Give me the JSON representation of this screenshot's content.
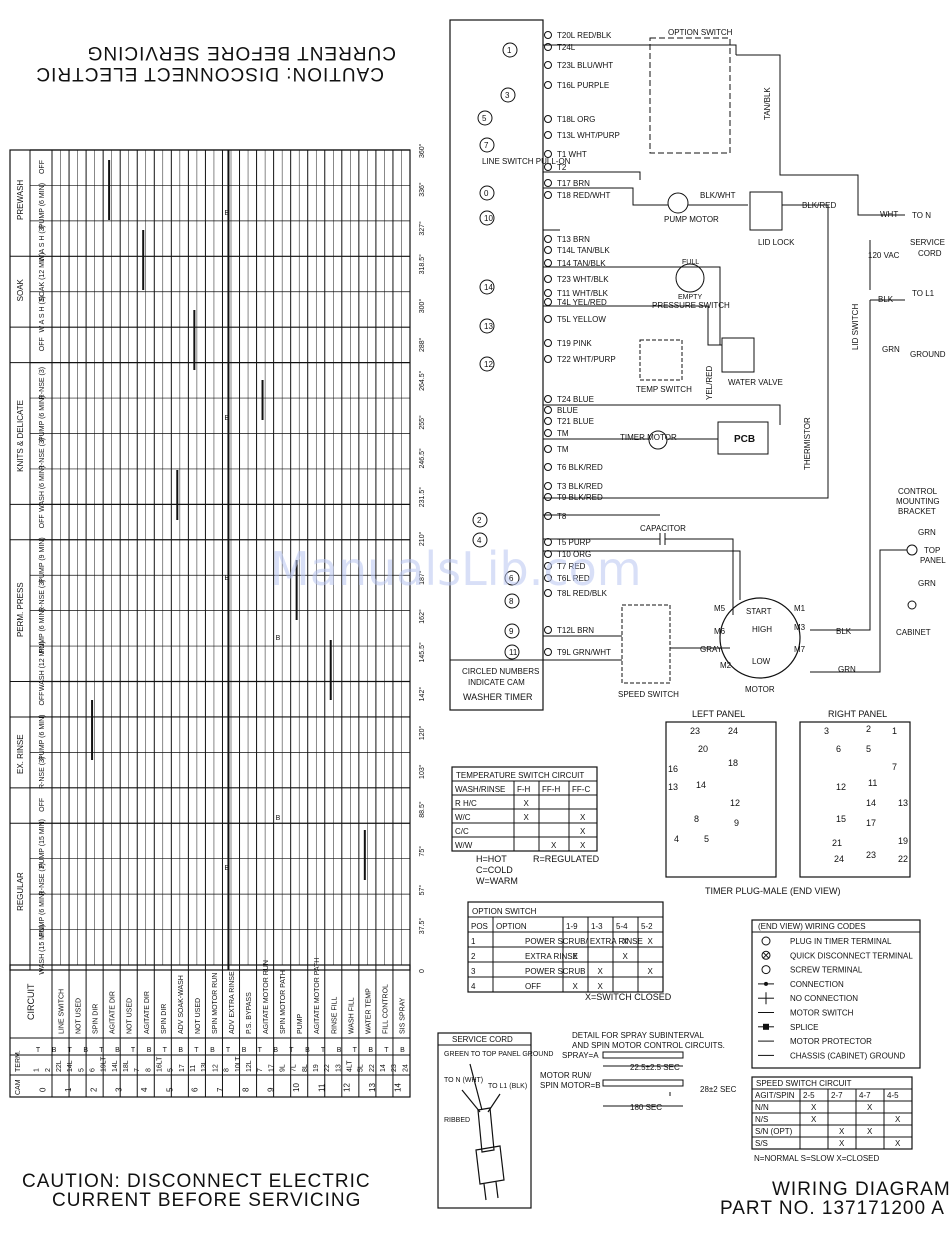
{
  "caption": {
    "line1": "CAUTION: DISCONNECT ELECTRIC",
    "line2": "CURRENT BEFORE SERVICING"
  },
  "watermark": "ManualsLib.com",
  "title": {
    "line1": "WIRING DIAGRAM",
    "line2": "PART NO. 137171200 A"
  },
  "timer_chart": {
    "cycles": [
      {
        "group": "PREWASH",
        "rows": [
          "OFF",
          "PUMP (6 MIN)",
          "W A S H (3)"
        ]
      },
      {
        "group": "SOAK",
        "rows": [
          "SOAK (12 MIN)",
          "W A S H (3)"
        ]
      },
      {
        "group": "",
        "rows": [
          "OFF"
        ]
      },
      {
        "group": "KNITS & DELICATE",
        "rows": [
          "R-NSE (3)",
          "PUMP (6 MIN)",
          "R-NSE (3)",
          "WASH (6 MIN)"
        ]
      },
      {
        "group": "",
        "rows": [
          "OFF"
        ]
      },
      {
        "group": "PERM. PRESS",
        "rows": [
          "PUMP (9 MIN)",
          "R-NSE (3)",
          "PUMP (6 MIN)",
          "WASH (12 MIN)"
        ]
      },
      {
        "group": "",
        "rows": [
          "OFF"
        ]
      },
      {
        "group": "EX. RINSE",
        "rows": [
          "PUMP (6 MIN)",
          "R-NSE (3)"
        ]
      },
      {
        "group": "",
        "rows": [
          "OFF"
        ]
      },
      {
        "group": "REGULAR",
        "rows": [
          "PUMP (15 MIN)",
          "R-NSE (3)",
          "PUMP (6 MIN)",
          "WASH (15 MIN)"
        ]
      }
    ],
    "degrees": [
      "360°",
      "336°",
      "327°",
      "318.5°",
      "300°",
      "288°",
      "264.5°",
      "255°",
      "246.5°",
      "231.5°",
      "210°",
      "187°",
      "162°",
      "145.5°",
      "142°",
      "120°",
      "103°",
      "88.5°",
      "75°",
      "57°",
      "37.5°",
      "0"
    ],
    "circuit_header": "CIRCUIT",
    "circuits": [
      "LINE SWITCH",
      "NOT USED",
      "SPIN DIR",
      "AGITATE DIR",
      "NOT USED",
      "AGITATE DIR",
      "SPIN DIR",
      "ADV SOAK-WASH",
      "NOT USED",
      "SPIN MOTOR RUN",
      "ADV EXTRA RINSE",
      "P.S. BYPASS",
      "AGITATE MOTOR RUN",
      "SPIN MOTOR PATH",
      "PUMP",
      "AGITATE MOTOR PATH",
      "RINSE FILL",
      "WASH FILL",
      "WATER TEMP",
      "FILL CONTROL",
      "SIS SPRAY"
    ],
    "term_row1": [
      "1",
      "2",
      "22L",
      "14L",
      "5",
      "6",
      "19LT",
      "14L",
      "18L",
      "7",
      "8",
      "16LT",
      "5",
      "17",
      "11",
      "13L",
      "12",
      "8",
      "10LT",
      "12L",
      "7",
      "17",
      "9L",
      "7L",
      "8L",
      "19",
      "22",
      "13",
      "4LT",
      "5L",
      "22",
      "14",
      "23",
      "24"
    ],
    "term_row2": [
      "T",
      "B",
      "T",
      "B",
      "T",
      "B",
      "T",
      "B",
      "T",
      "B",
      "T",
      "B",
      "T",
      "B",
      "T",
      "B",
      "T",
      "B",
      "T",
      "B",
      "T",
      "B",
      "T",
      "B"
    ],
    "cam_row": [
      "0",
      "1",
      "2",
      "3",
      "4",
      "5",
      "6",
      "7",
      "8",
      "9",
      "10",
      "11",
      "12",
      "13",
      "14"
    ],
    "term_label": "TERM.",
    "cam_label": "CAM",
    "mark": "B"
  },
  "schematic": {
    "terminals": [
      "T20L RED/BLK",
      "T24L",
      "T23L BLU/WHT",
      "T16L PURPLE",
      "T18L ORG",
      "T13L WHT/PURP",
      "T1 WHT",
      "T2",
      "T17 BRN",
      "T18 RED/WHT",
      "T13 BRN",
      "T14L TAN/BLK",
      "T14 TAN/BLK",
      "T23 WHT/BLK",
      "T11 WHT/BLK",
      "T4L YEL/RED",
      "T5L YELLOW",
      "T19 PINK",
      "T22 WHT/PURP",
      "T24 BLUE",
      "BLUE",
      "T21 BLUE",
      "TM",
      "TM",
      "T6 BLK/RED",
      "T3 BLK/RED",
      "T9 BLK/RED",
      "T8",
      "T5 PURP",
      "T10 ORG",
      "T7 RED",
      "T6L RED",
      "T8L RED/BLK",
      "T12L BRN",
      "T9L GRN/WHT"
    ],
    "cams": [
      "1",
      "3",
      "5",
      "7",
      "0",
      "10",
      "14",
      "13",
      "12",
      "2",
      "4",
      "6",
      "8",
      "9",
      "11"
    ],
    "labels": {
      "option_switch": "OPTION SWITCH",
      "line_switch": "LINE SWITCH PULL-ON",
      "pump_motor": "PUMP MOTOR",
      "lid_lock": "LID LOCK",
      "pressure_switch": "PRESSURE SWITCH",
      "full": "FULL",
      "empty": "EMPTY",
      "temp_switch": "TEMP SWITCH",
      "water_valve": "WATER VALVE",
      "yel_red": "YEL/RED",
      "timer_motor": "TIMER MOTOR",
      "pcb": "PCB",
      "thermistor": "THERMISTOR",
      "capacitor": "CAPACITOR",
      "speed_switch": "SPEED SWITCH",
      "motor": "MOTOR",
      "start": "START",
      "high": "HIGH",
      "low": "LOW",
      "circled_note_1": "CIRCLED NUMBERS",
      "circled_note_2": "INDICATE CAM",
      "washer_timer": "WASHER TIMER",
      "to_n": "TO N",
      "to_l1": "TO L1",
      "service_cord_1": "SERVICE",
      "service_cord_2": "CORD",
      "vac": "120 VAC",
      "wht": "WHT",
      "blk": "BLK",
      "grn": "GRN",
      "ground": "GROUND",
      "lid_switch": "LID SWITCH",
      "tan_blk": "TAN/BLK",
      "blk_wht": "BLK/WHT",
      "blk_red": "BLK/RED",
      "gray": "GRAY",
      "control_bracket_1": "CONTROL",
      "control_bracket_2": "MOUNTING",
      "control_bracket_3": "BRACKET",
      "top_panel_1": "TOP",
      "top_panel_2": "PANEL",
      "cabinet": "CABINET",
      "m_labels": [
        "M5",
        "M1",
        "M6",
        "M3",
        "M2",
        "M7"
      ]
    }
  },
  "temperature_switch": {
    "title": "TEMPERATURE SWITCH CIRCUIT",
    "headers": [
      "WASH/RINSE",
      "F-H",
      "FF-H",
      "FF-C"
    ],
    "rows": [
      [
        "R H/C",
        "X",
        "",
        ""
      ],
      [
        "W/C",
        "X",
        "",
        "X"
      ],
      [
        "C/C",
        "",
        "",
        "X"
      ],
      [
        "W/W",
        "",
        "X",
        "X"
      ]
    ],
    "legend": [
      "H=HOT",
      "R=REGULATED",
      "C=COLD",
      "W=WARM"
    ]
  },
  "option_switch_table": {
    "title": "OPTION SWITCH",
    "headers": [
      "POS",
      "OPTION",
      "1-9",
      "1-3",
      "5-4",
      "5-2"
    ],
    "rows": [
      [
        "1",
        "POWER SCRUB/ EXTRA RINSE",
        "",
        "",
        "X",
        "X"
      ],
      [
        "2",
        "EXTRA RINSE",
        "X",
        "",
        "X",
        ""
      ],
      [
        "3",
        "POWER SCRUB",
        "",
        "X",
        "",
        "X"
      ],
      [
        "4",
        "OFF",
        "X",
        "X",
        "",
        ""
      ]
    ],
    "note": "X=SWITCH CLOSED"
  },
  "timer_plug": {
    "left_title": "LEFT PANEL",
    "right_title": "RIGHT PANEL",
    "caption": "TIMER PLUG-MALE (END VIEW)",
    "left_numbers": [
      "23",
      "24",
      "20",
      "16",
      "18",
      "13",
      "14",
      "12",
      "8",
      "9",
      "4",
      "5"
    ],
    "right_numbers": [
      "3",
      "2",
      "1",
      "6",
      "5",
      "7",
      "12",
      "11",
      "13",
      "15",
      "14",
      "17",
      "19",
      "21",
      "23",
      "22",
      "24"
    ]
  },
  "wiring_codes": {
    "title": "(END VIEW) WIRING CODES",
    "items": [
      "PLUG IN TIMER TERMINAL",
      "QUICK DISCONNECT TERMINAL",
      "SCREW TERMINAL",
      "CONNECTION",
      "NO CONNECTION",
      "MOTOR SWITCH",
      "SPLICE",
      "MOTOR PROTECTOR",
      "CHASSIS (CABINET) GROUND"
    ]
  },
  "speed_switch_table": {
    "title": "SPEED SWITCH CIRCUIT",
    "headers": [
      "AGIT/SPIN",
      "2-5",
      "2-7",
      "4-7",
      "4-5"
    ],
    "rows": [
      [
        "N/N",
        "X",
        "",
        "X",
        ""
      ],
      [
        "N/S",
        "X",
        "",
        "",
        "X"
      ],
      [
        "S/N (OPT)",
        "",
        "X",
        "X",
        ""
      ],
      [
        "S/S",
        "",
        "X",
        "",
        "X"
      ]
    ],
    "legend": "N=NORMAL   S=SLOW   X=CLOSED"
  },
  "service_cord": {
    "title": "SERVICE CORD",
    "note": "GREEN TO TOP PANEL GROUND",
    "to_n": "TO N (WHT)",
    "to_l1": "TO L1 (BLK)",
    "ribbed": "RIBBED"
  },
  "spray_detail": {
    "title_1": "DETAIL FOR SPRAY SUBINTERVAL",
    "title_2": "AND SPIN MOTOR CONTROL CIRCUITS.",
    "spray": "SPRAY=A",
    "motor_run_1": "MOTOR RUN/",
    "motor_run_2": "SPIN MOTOR=B",
    "t1": "22.5±2.5 SEC",
    "t2": "28±2 SEC",
    "t3": "180 SEC"
  }
}
